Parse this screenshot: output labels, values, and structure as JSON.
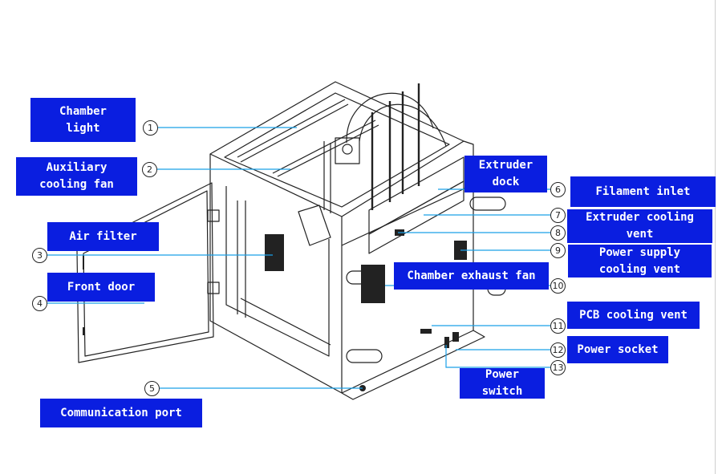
{
  "accent_color": "#0a1ee0",
  "leader_color": "#1aa0e8",
  "image": "3d-printer-line-drawing",
  "callouts": [
    {
      "n": "1",
      "label": "Chamber\nlight"
    },
    {
      "n": "2",
      "label": "Auxiliary\ncooling fan"
    },
    {
      "n": "3",
      "label": "Air filter"
    },
    {
      "n": "4",
      "label": "Front door"
    },
    {
      "n": "5",
      "label": "Communication port"
    },
    {
      "n": "6",
      "label": "Extruder\ndock"
    },
    {
      "n": "6",
      "label": "Filament inlet"
    },
    {
      "n": "7",
      "label": "Extruder cooling\nvent"
    },
    {
      "n": "8",
      "label": ""
    },
    {
      "n": "9",
      "label": "Power supply\ncooling vent"
    },
    {
      "n": "10",
      "label": "Chamber exhaust fan"
    },
    {
      "n": "11",
      "label": "PCB cooling vent"
    },
    {
      "n": "12",
      "label": "Power socket"
    },
    {
      "n": "13",
      "label": "Power\nswitch"
    }
  ]
}
